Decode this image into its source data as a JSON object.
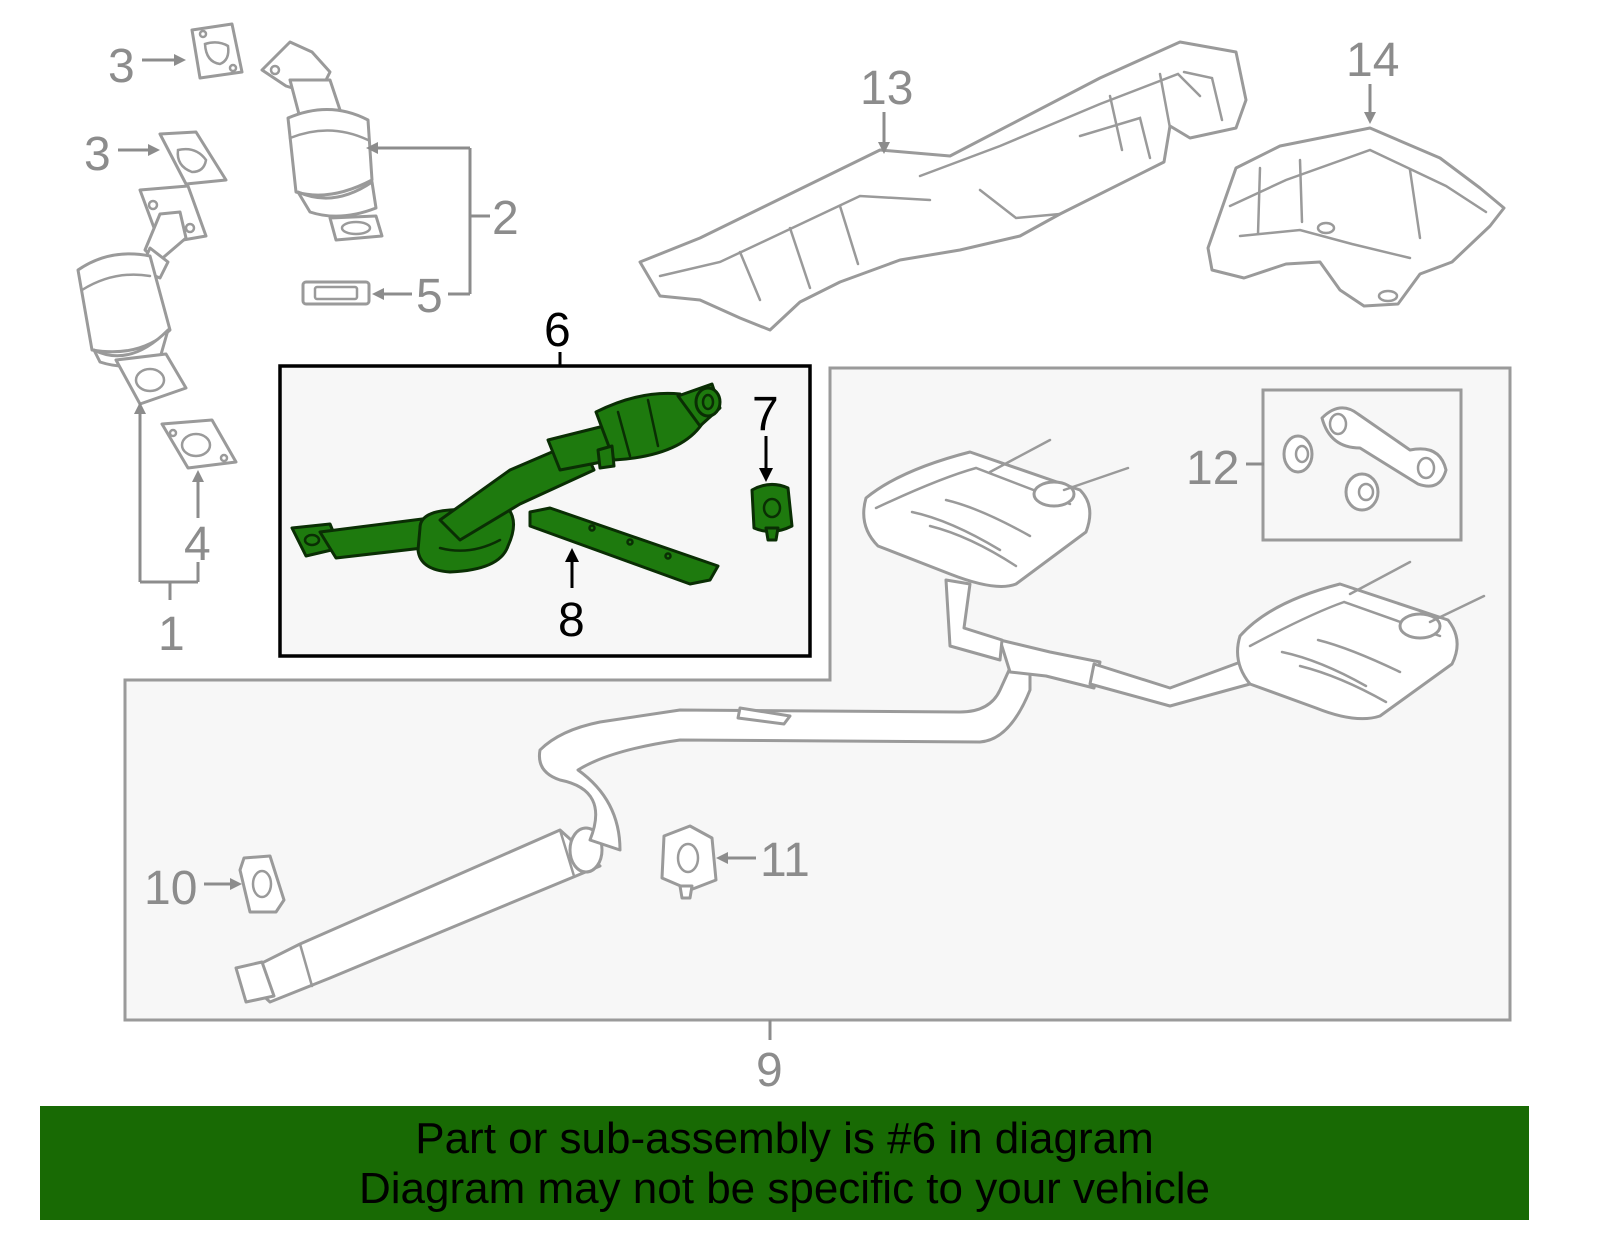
{
  "callouts": {
    "c1": "1",
    "c2": "2",
    "c3a": "3",
    "c3b": "3",
    "c4": "4",
    "c5": "5",
    "c6": "6",
    "c7": "7",
    "c8": "8",
    "c9": "9",
    "c10": "10",
    "c11": "11",
    "c12": "12",
    "c13": "13",
    "c14": "14"
  },
  "banner": {
    "line1": "Part or sub-assembly is #6 in diagram",
    "line2": "Diagram may not be specific to your vehicle"
  },
  "colors": {
    "highlight": "#1e7a0e",
    "banner": "#186a04",
    "parts_outline": "#9a9a9a",
    "callout_gray": "#8c8c8c",
    "callout_dark": "#000000"
  }
}
